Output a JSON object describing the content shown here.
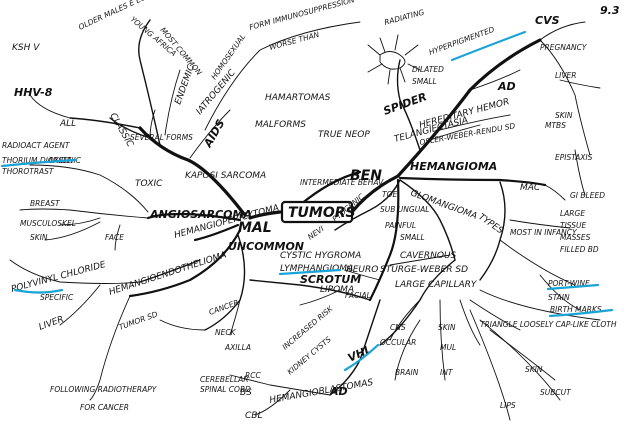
{
  "page_number": "9.3",
  "center": {
    "title": "TUMORS",
    "left_main": "MAL",
    "right_main": "BEN",
    "connector": "INTERMEDIATE BEHAV"
  },
  "labels": {
    "ksh_v": "KSH V",
    "hhv_8": "HHV-8",
    "all": "ALL",
    "kaposi_sarcoma": "KAPOSI SARCOMA",
    "aids": "AIDS",
    "classic": "CLASSIC",
    "endemic": "ENDEMIC",
    "iatrogenic": "IATROGENIC",
    "several_forms": "SEVERAL FORMS",
    "older_males_e_euro": "OLDER MALES E EURO",
    "young_africa": "YOUNG AFRICA",
    "most_common": "MOST COMMON",
    "homosexual": "HOMOSEXUAL",
    "immunosuppression": "FORM IMMUNOSUPPRESSION",
    "worse_than": "WORSE THAN",
    "hamartomas": "HAMARTOMAS",
    "malformations": "MALFORMS",
    "true_neoplasm": "TRUE NEOP",
    "radioact_agent": "RADIOACT AGENT",
    "thorium_dioxide": "THORIUM DIOXIDE",
    "arsenic": "ARSENIC",
    "thorotrast": "THOROTRAST",
    "toxic": "TOXIC",
    "angiosarcoma": "ANGIOSARCOMA",
    "breast": "BREAST",
    "musculoskel": "MUSCULOSKEL",
    "skin": "SKIN",
    "face": "FACE",
    "hemangiopericytoma": "HEMANGIOPERICYTOMA",
    "uncommon": "UNCOMMON",
    "hemangioendothelioma": "HEMANGIOENDOTHELIOMA",
    "polyvinyl_chloride": "POLYVINYL CHLORIDE",
    "specific": "SPECIFIC",
    "liver": "LIVER",
    "following_radiotherapy": "FOLLOWING RADIOTHERAPY",
    "for_cancer": "FOR CANCER",
    "tumor_sd": "TUMOR SD",
    "cancer": "CANCER",
    "neck": "NECK",
    "axilla": "AXILLA",
    "cystic_hygroma": "CYSTIC HYGROMA",
    "lymphangioma": "LYMPHANGIOMA",
    "scrotum": "SCROTUM",
    "neuro": "NEURO",
    "lipoma": "LIPOMA",
    "facial": "FACIAL",
    "sturge_weber": "STURGE-WEBER SD",
    "cavernous": "CAVERNOUS",
    "large_capillary": "LARGE CAPILLARY",
    "nevi": "NEVI",
    "cns": "CNS",
    "occular": "OCCULAR",
    "brain": "BRAIN",
    "int": "INT",
    "skin_b": "SKIN",
    "mul": "MUL",
    "vhl": "VHL",
    "ad_vhl": "AD",
    "hemangioblastomas": "HEMANGIOBLASTOMAS",
    "cerebellar": "CEREBELLAR",
    "spinal_cord": "SPINAL CORD",
    "rcc": "RCC",
    "cbl": "CBL",
    "bs": "BS",
    "incr_risk": "INCREASED RISK",
    "kidney_cysts": "KIDNEY CYSTS",
    "spider": "SPIDER",
    "telangiectasia": "TELANGIECTASIA",
    "hereditary_hemor": "HEREDITARY HEMOR",
    "osler_weber_rendu": "OSLER-WEBER-RENDU SD",
    "ad_oslter": "AD",
    "hemangioma": "HEMANGIOMA",
    "glomangioma": "GLOMANGIOMA",
    "toe": "TOE",
    "sub_ungual": "SUB UNGUAL",
    "painful": "PAINFUL",
    "small": "SMALL",
    "pyogenic": "PYOGENIC",
    "radiating": "RADIATING",
    "small_arteries": "SMALL",
    "dilated_vessels": "DILATED",
    "hyperpigmented": "HYPERPIGMENTED",
    "ad_htn": "AD",
    "epistaxis": "EPISTAXIS",
    "cvs": "CVS",
    "pregnancy": "PREGNANCY",
    "liver_b": "LIVER",
    "gi_bleed": "GI BLEED",
    "mtbs": "MTBS",
    "large": "LARGE",
    "tissue": "TISSUE",
    "masses": "MASSES",
    "filled_bd": "FILLED BD",
    "types": "TYPES",
    "mac": "MAC",
    "most_in_infancy": "MOST IN INFANCY",
    "port_wine": "PORT-WINE",
    "stain": "STAIN",
    "birth_marks": "BIRTH MARKS",
    "triangle_cap_like": "TRIANGLE LOOSELY CAP-LIKE CLOTH",
    "skin_c": "SKIN",
    "subcut": "SUBCUT",
    "lips": "LIPS",
    "skin_d": "SKIN"
  },
  "highlight_color": "#1aa3d6",
  "ink_color": "#111111"
}
